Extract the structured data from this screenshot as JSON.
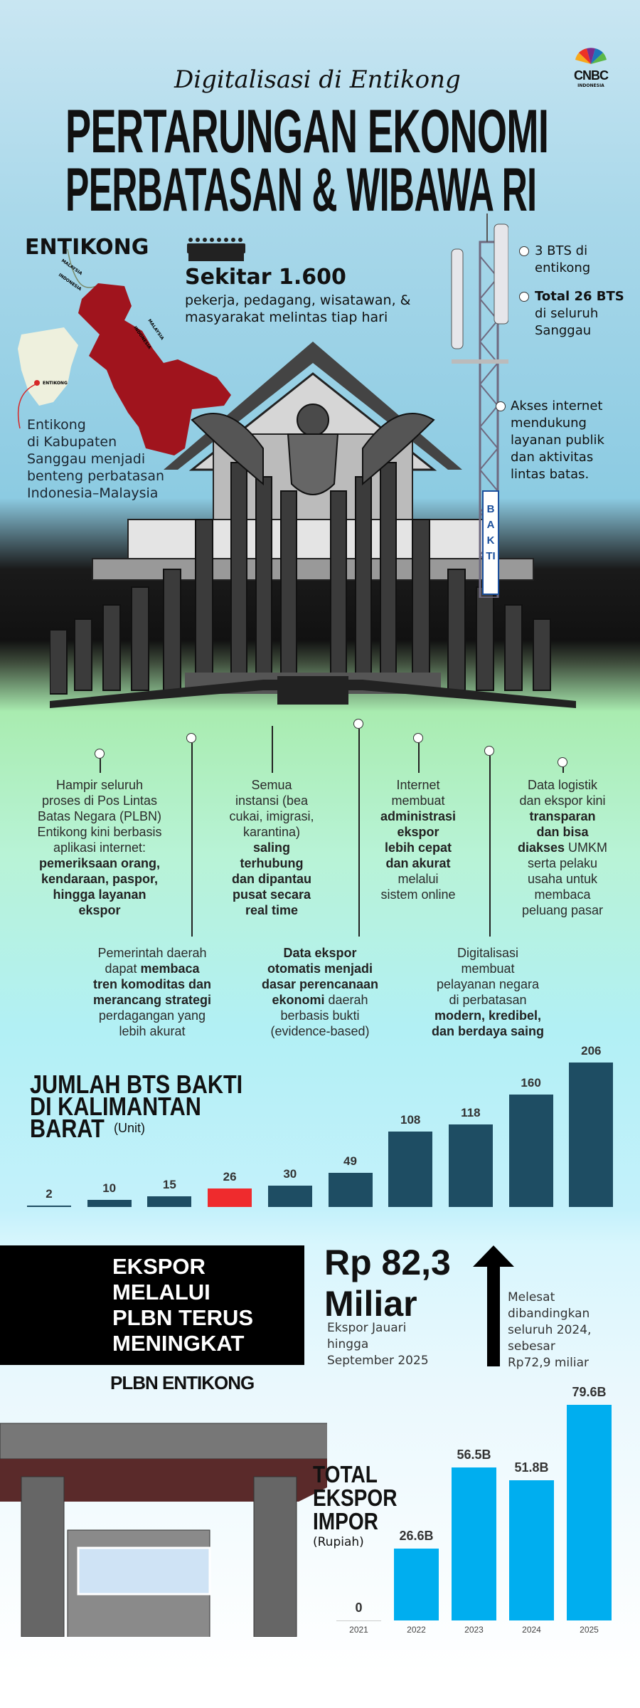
{
  "header": {
    "subtitle": "Digitalisasi di Entikong",
    "title_line1": "PERTARUNGAN EKONOMI",
    "title_line2": "PERBATASAN & WIBAWA RI",
    "logo_text": "CNBC",
    "logo_sub": "INDONESIA"
  },
  "map": {
    "heading": "ENTIKONG",
    "labels": [
      "MALAYSIA",
      "INDONESIA",
      "MALAYSIA",
      "INDONESIA",
      "ENTIKONG"
    ],
    "caption": [
      "Entikong",
      "di Kabupaten",
      "Sanggau menjadi",
      "benteng perbatasan",
      "Indonesia–Malaysia"
    ],
    "highlight_color": "#a0141d"
  },
  "crossers": {
    "headline": "Sekitar 1.600",
    "lines": [
      "pekerja, pedagang, wisatawan, &",
      "masyarakat melintas tiap hari"
    ],
    "icon": "people-group-icon"
  },
  "tower": {
    "sign": "BAKTI",
    "notes": [
      {
        "lines": [
          "3 BTS di",
          "entikong"
        ],
        "bold": []
      },
      {
        "lines": [
          "Total 26 BTS",
          "di seluruh",
          "Sanggau"
        ],
        "bold": [
          0
        ]
      },
      {
        "lines": [
          "Akses internet",
          "mendukung",
          "layanan publik",
          "dan aktivitas",
          "lintas batas."
        ],
        "bold": []
      }
    ]
  },
  "benefits_row1": [
    {
      "html": "Hampir seluruh<br>proses di Pos Lintas<br>Batas Negara (PLBN)<br>Entikong kini berbasis<br>aplikasi internet:<br><b>pemeriksaan orang,<br>kendaraan, paspor,<br>hingga layanan<br>ekspor</b>"
    },
    {
      "html": "Semua<br>instansi (bea<br>cukai, imigrasi,<br>karantina)<br><b>saling<br>terhubung<br>dan dipantau<br>pusat secara<br>real time</b>"
    },
    {
      "html": "Internet<br>membuat<br><b>administrasi<br>ekspor<br>lebih cepat<br>dan akurat</b><br>melalui<br>sistem online"
    },
    {
      "html": "Data logistik<br>dan ekspor kini<br><b>transparan<br>dan bisa<br>diakses</b> UMKM<br>serta pelaku<br>usaha untuk<br>membaca<br>peluang pasar"
    }
  ],
  "benefits_row2": [
    {
      "html": "Pemerintah daerah<br>dapat <b>membaca<br>tren komoditas dan<br>merancang strategi</b><br>perdagangan yang<br>lebih akurat"
    },
    {
      "html": "<b>Data ekspor<br>otomatis menjadi<br>dasar perencanaan<br>ekonomi</b> daerah<br>berbasis bukti<br>(evidence-based)"
    },
    {
      "html": "Digitalisasi<br>membuat<br>pelayanan negara<br>di perbatasan<br><b>modern, kredibel,<br>dan berdaya saing</b>"
    }
  ],
  "export_box": {
    "lines": [
      "EKSPOR",
      "MELALUI",
      "PLBN TERUS",
      "MENINGKAT"
    ],
    "amount_line1": "Rp 82,3",
    "amount_line2": "Miliar",
    "period": [
      "Ekspor Jauari",
      "hingga",
      "September 2025"
    ],
    "arrow_icon": "arrow-up-icon",
    "comparison": [
      "Melesat",
      "dibandingkan",
      "seluruh 2024,",
      "sebesar",
      "Rp72,9 miliar"
    ]
  },
  "plbn_label": "PLBN ENTIKONG",
  "chart_data": [
    {
      "type": "bar",
      "title": "JUMLAH BTS BAKTI DI KALIMANTAN BARAT",
      "unit": "(Unit)",
      "values": [
        2,
        10,
        15,
        26,
        30,
        49,
        108,
        118,
        160,
        206
      ],
      "data_labels": [
        "2",
        "10",
        "15",
        "26",
        "30",
        "49",
        "108",
        "118",
        "160",
        "206"
      ],
      "highlight_index": 3,
      "colors": {
        "bar": "#1e4d63",
        "highlight": "#ef2b2d"
      }
    },
    {
      "type": "bar",
      "title": "TOTAL EKSPOR IMPOR",
      "unit": "(Rupiah)",
      "categories": [
        "2021",
        "2022",
        "2023",
        "2024",
        "2025"
      ],
      "values": [
        0,
        26.6,
        56.5,
        51.8,
        79.6
      ],
      "data_labels": [
        "0",
        "26.6B",
        "56.5B",
        "51.8B",
        "79.6B"
      ],
      "colors": {
        "bar": "#00aeef"
      }
    }
  ]
}
